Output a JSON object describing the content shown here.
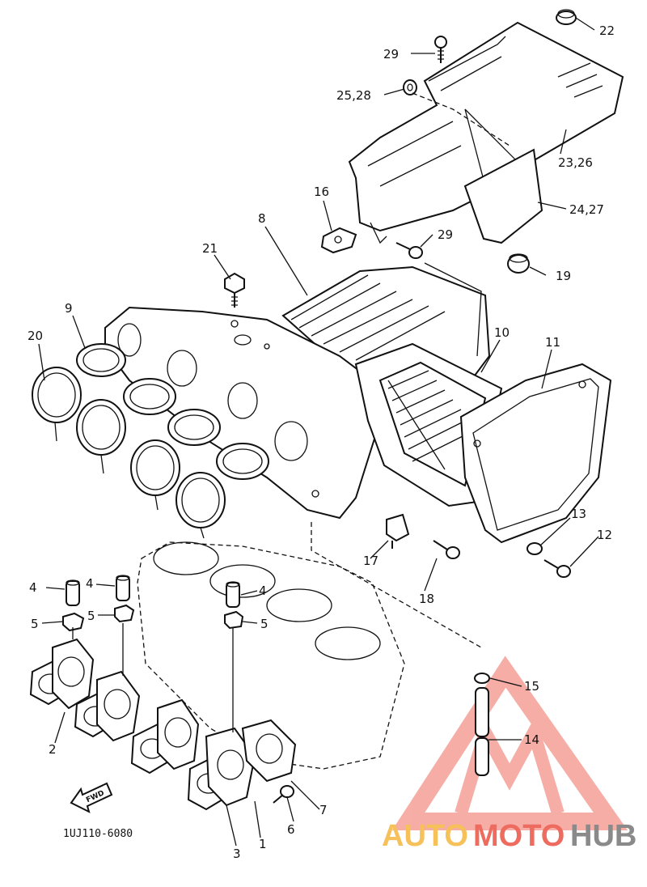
{
  "diagram": {
    "code": "1UJ110-6080",
    "fwd_label": "FWD",
    "callouts": [
      "1",
      "2",
      "3",
      "4",
      "4",
      "4",
      "5",
      "5",
      "5",
      "6",
      "7",
      "8",
      "9",
      "10",
      "11",
      "12",
      "13",
      "14",
      "15",
      "16",
      "17",
      "18",
      "19",
      "20",
      "21",
      "22",
      "23,26",
      "24,27",
      "25,28",
      "29",
      "29"
    ]
  },
  "watermark": {
    "part_auto": "AUTO",
    "part_moto": "MOTO",
    "part_hub": "HUB",
    "colors": {
      "auto": "#f6c05a",
      "moto": "#ee6b5f",
      "hub": "#8a8a8a",
      "logo": "#ee6b5f"
    }
  }
}
